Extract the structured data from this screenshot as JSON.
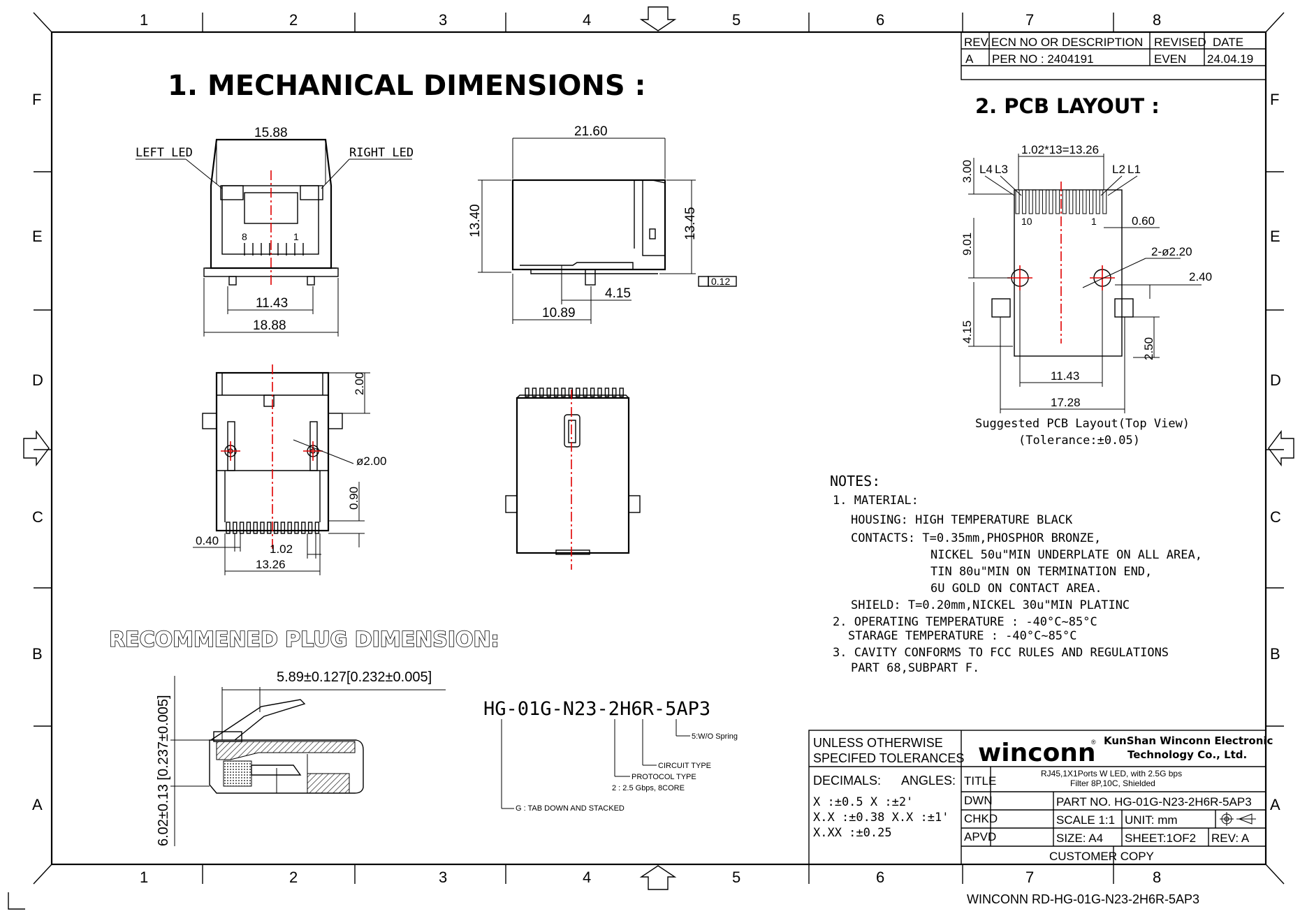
{
  "border": {
    "col_labels": [
      "1",
      "2",
      "3",
      "4",
      "5",
      "6",
      "7",
      "8"
    ],
    "row_labels": [
      "F",
      "E",
      "D",
      "C",
      "B",
      "A"
    ]
  },
  "revision": {
    "headers": [
      "REV.",
      "ECN NO OR DESCRIPTION",
      "REVISED",
      "DATE"
    ],
    "row": [
      "A",
      "PER NO : 2404191",
      "EVEN",
      "24.04.19"
    ]
  },
  "titles": {
    "mechanical": "1. MECHANICAL DIMENSIONS :",
    "pcb": "2. PCB LAYOUT :",
    "plug": "RECOMMENED PLUG DIMENSION:"
  },
  "front_view": {
    "width_top": "15.88",
    "left_led": "LEFT LED",
    "right_led": "RIGHT LED",
    "pin8": "8",
    "pin1": "1",
    "inner_width": "11.43",
    "total_width": "18.88"
  },
  "side_view": {
    "length": "21.60",
    "height_left": "13.40",
    "height_right": "13.45",
    "offset": "4.15",
    "bottom": "10.89",
    "flatness": "0.12"
  },
  "bottom_view": {
    "dim_top": "2.00",
    "hole": "ø2.00",
    "dim_side": "0.90",
    "pin_width": "0.40",
    "pitch": "1.02",
    "span": "13.26"
  },
  "pcb_layout": {
    "pitch_total": "1.02*13=13.26",
    "l4": "L4",
    "l3": "L3",
    "l2": "L2",
    "l1": "L1",
    "h1": "3.00",
    "pad10": "10",
    "pad1": "1",
    "pad_w": "0.60",
    "h2": "9.01",
    "holes": "2-ø2.20",
    "tab": "2.40",
    "h3": "4.15",
    "tab_h": "2.50",
    "hole_span": "11.43",
    "total": "17.28",
    "caption1": "Suggested PCB Layout(Top View)",
    "caption2": "(Tolerance:±0.05)"
  },
  "notes": {
    "title": "NOTES:",
    "lines": [
      "1. MATERIAL:",
      "HOUSING: HIGH TEMPERATURE BLACK",
      "CONTACTS: T=0.35mm,PHOSPHOR BRONZE,",
      "NICKEL 50u\"MIN UNDERPLATE ON ALL AREA,",
      "TIN 80u\"MIN ON TERMINATION END,",
      "6U GOLD  ON CONTACT AREA.",
      "SHIELD:     T=0.20mm,NICKEL 30u\"MIN PLATINC",
      "2. OPERATING TEMPERATURE :  -40°C~85°C",
      "STARAGE TEMPERATURE : -40°C~85°C",
      "3. CAVITY CONFORMS TO FCC RULES AND REGULATIONS",
      "PART 68,SUBPART F."
    ]
  },
  "plug": {
    "width": "5.89±0.127[0.232±0.005]",
    "height": "6.02±0.13 [0.237±0.005]"
  },
  "part_code": {
    "code": "HG-01G-N23-2H6R-5AP3",
    "spring": "5:W/O Spring",
    "circuit": "CIRCUIT TYPE",
    "protocol1": "PROTOCOL TYPE",
    "protocol2": "2 : 2.5 Gbps, 8CORE",
    "tab": "G : TAB DOWN AND STACKED"
  },
  "title_block": {
    "tol_title1": "UNLESS OTHERWISE",
    "tol_title2": "SPECIFED TOLERANCES",
    "decimals": "DECIMALS:",
    "angles": "ANGLES:",
    "x": "X    :±0.5  X  :±2'",
    "xx": "X.X  :±0.38 X.X :±1'",
    "xxx": "X.XX :±0.25",
    "logo": "winconn",
    "company1": "KunShan Winconn Electronic",
    "company2": "Technology Co., Ltd.",
    "title_label": "TITLE",
    "title_value1": "RJ45,1X1Ports W LED, with 2.5G bps",
    "title_value2": "Filter 8P,10C, Shielded",
    "dwn": "DWN",
    "chkd": "CHKD",
    "apvd": "APVD",
    "part_no": "PART NO.  HG-01G-N23-2H6R-5AP3",
    "scale": "SCALE 1:1",
    "unit": "UNIT:   mm",
    "size": "SIZE: A4",
    "sheet": "SHEET:1OF2",
    "rev": "REV: A",
    "customer": "CUSTOMER COPY",
    "footer": "WINCONN RD-HG-01G-N23-2H6R-5AP3"
  }
}
